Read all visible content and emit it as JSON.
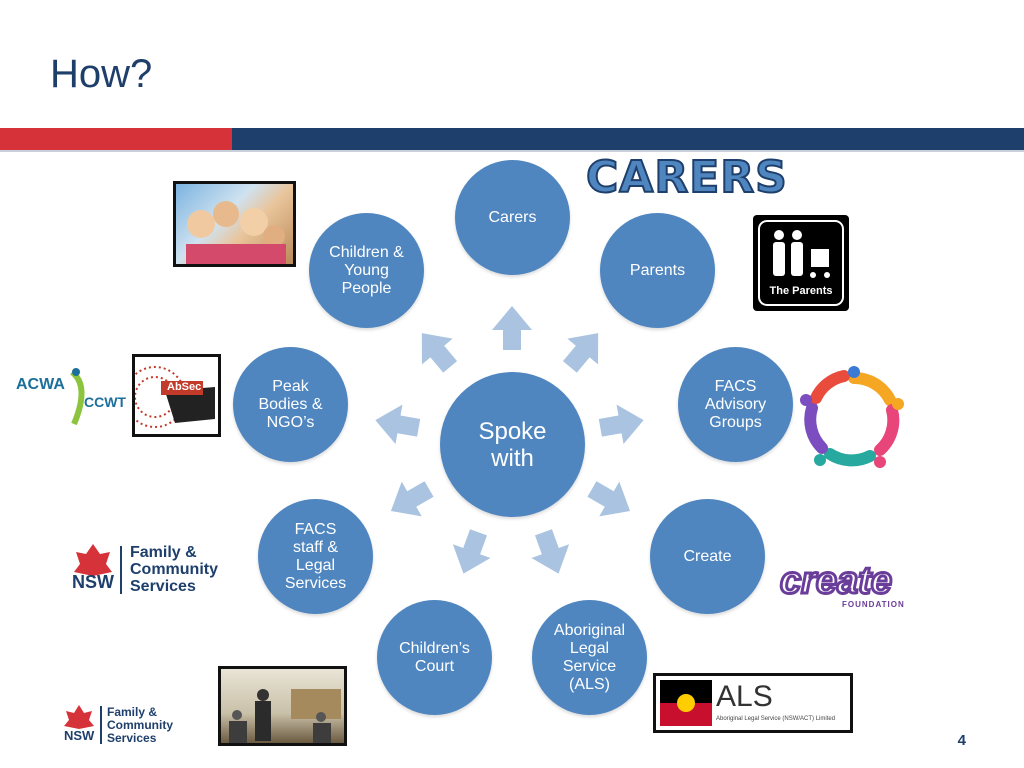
{
  "slide": {
    "title": "How?",
    "page_number": "4"
  },
  "center_node": {
    "label": "Spoke\nwith"
  },
  "nodes": [
    {
      "id": "carers",
      "label": "Carers"
    },
    {
      "id": "parents",
      "label": "Parents"
    },
    {
      "id": "facs-advisory",
      "label": "FACS\nAdvisory\nGroups"
    },
    {
      "id": "create",
      "label": "Create"
    },
    {
      "id": "als",
      "label": "Aboriginal\nLegal\nService\n(ALS)"
    },
    {
      "id": "childrens-court",
      "label": "Children’s\nCourt"
    },
    {
      "id": "facs-staff",
      "label": "FACS\nstaff &\nLegal\nServices"
    },
    {
      "id": "peak-bodies",
      "label": "Peak\nBodies &\nNGO’s"
    },
    {
      "id": "children-young-people",
      "label": "Children &\nYoung\nPeople"
    }
  ],
  "images": {
    "carers_logo": "CARERS",
    "the_parents_caption": "The Parents",
    "acwa": "ACWA",
    "ccwt": "CCWT",
    "absec": "AbSec",
    "facs_line1": "Family &",
    "facs_line2": "Community",
    "facs_line3": "Services",
    "nsw": "NSW",
    "create_logo": "create",
    "create_foundation": "FOUNDATION",
    "als_logo": "ALS",
    "als_caption": "Aboriginal Legal Service (NSW/ACT) Limited"
  },
  "colors": {
    "node": "#4f86c0",
    "arrow": "#a9c3e0",
    "bar_red": "#d6323a",
    "bar_blue": "#1e3f6c",
    "title": "#1f3f6b"
  }
}
